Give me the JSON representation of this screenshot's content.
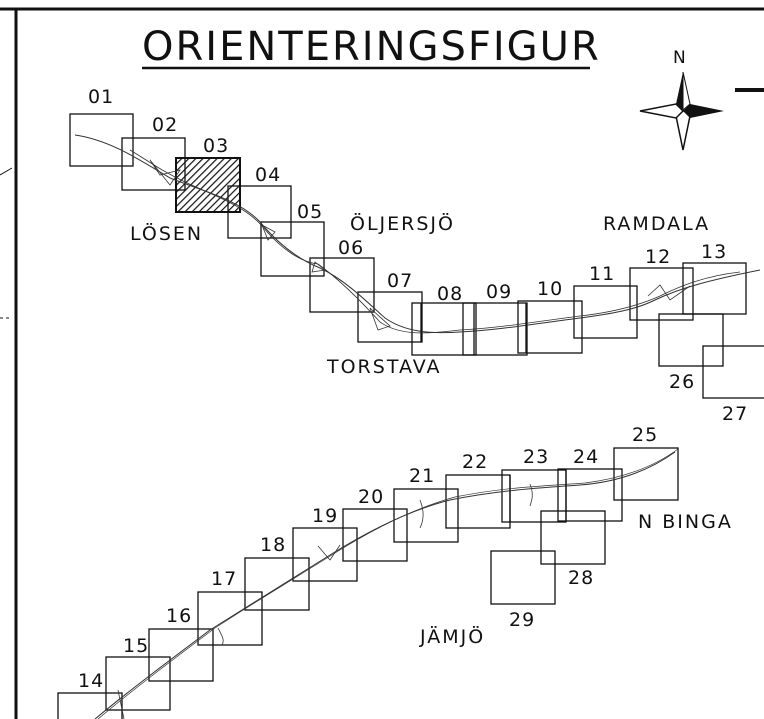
{
  "title": "ORIENTERINGSFIGUR",
  "north": "N",
  "places": {
    "losen": "LÖSEN",
    "oljersjo": "ÖLJERSJÖ",
    "ramdala": "RAMDALA",
    "torstava": "TORSTAVA",
    "n_binga": "N BINGA",
    "jamjo": "JÄMJÖ"
  },
  "sheets": [
    "01",
    "02",
    "03",
    "04",
    "05",
    "06",
    "07",
    "08",
    "09",
    "10",
    "11",
    "12",
    "13",
    "14",
    "15",
    "16",
    "17",
    "18",
    "19",
    "20",
    "21",
    "22",
    "23",
    "24",
    "25",
    "26",
    "27",
    "28",
    "29"
  ],
  "highlighted_sheet": "03"
}
